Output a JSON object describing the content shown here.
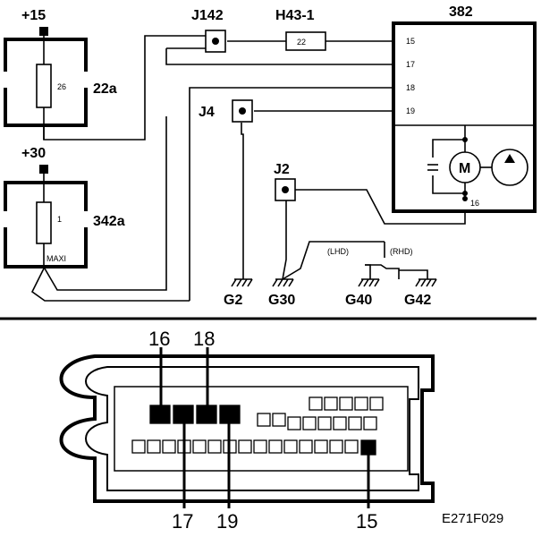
{
  "supplies": {
    "plus15": "+15",
    "plus30": "+30"
  },
  "fuses": {
    "f22a": {
      "name": "22a",
      "rating": "26"
    },
    "f342a": {
      "name": "342a",
      "rating": "1",
      "type": "MAXI"
    }
  },
  "connectors": {
    "j142": "J142",
    "h43": "H43-1",
    "h43_pin": "22",
    "j4": "J4",
    "j2": "J2"
  },
  "module": {
    "name": "382",
    "pins": [
      "15",
      "17",
      "18",
      "19"
    ],
    "motor_pin": "16",
    "motor_label": "M"
  },
  "grounds": {
    "g2": "G2",
    "g30": "G30",
    "g40": "G40",
    "g42": "G42"
  },
  "variants": {
    "lhd": "(LHD)",
    "rhd": "(RHD)"
  },
  "connector_view": {
    "callouts_top": [
      "16",
      "18"
    ],
    "callouts_bottom": [
      "17",
      "19",
      "15"
    ]
  },
  "figure_code": "E271F029"
}
